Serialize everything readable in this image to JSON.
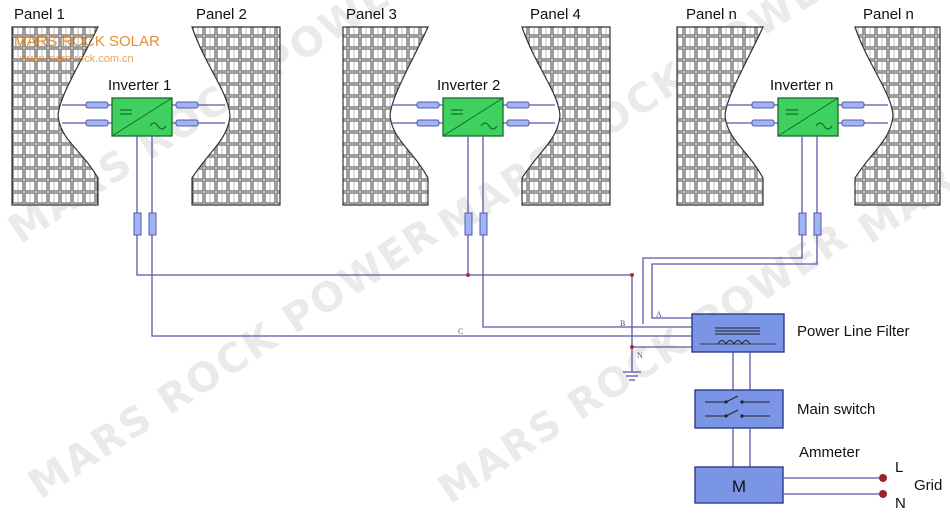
{
  "panels": [
    "Panel 1",
    "Panel 2",
    "Panel 3",
    "Panel 4",
    "Panel n",
    "Panel n"
  ],
  "inverters": [
    "Inverter 1",
    "Inverter 2",
    "Inverter n"
  ],
  "components": {
    "filter": "Power Line  Filter",
    "main_switch": "Main switch",
    "ammeter": "Ammeter",
    "meter_symbol": "M"
  },
  "grid": {
    "label": "Grid",
    "line": "L",
    "neutral": "N"
  },
  "bus_labels": {
    "a": "A",
    "b": "B",
    "c": "C",
    "n": "N"
  },
  "watermark": {
    "brand": "MARS ROCK SOLAR",
    "url": "www.mars-rock.com.cn",
    "repeated_text": "MARS ROCK POWER"
  },
  "colors": {
    "wire": "#5b56a8",
    "device_fill": "#7a95e6",
    "inverter_fill": "#3fd160",
    "connector_fill": "#9fb4f3",
    "brand_text": "#e07a10",
    "terminal": "#9c1f2f"
  }
}
